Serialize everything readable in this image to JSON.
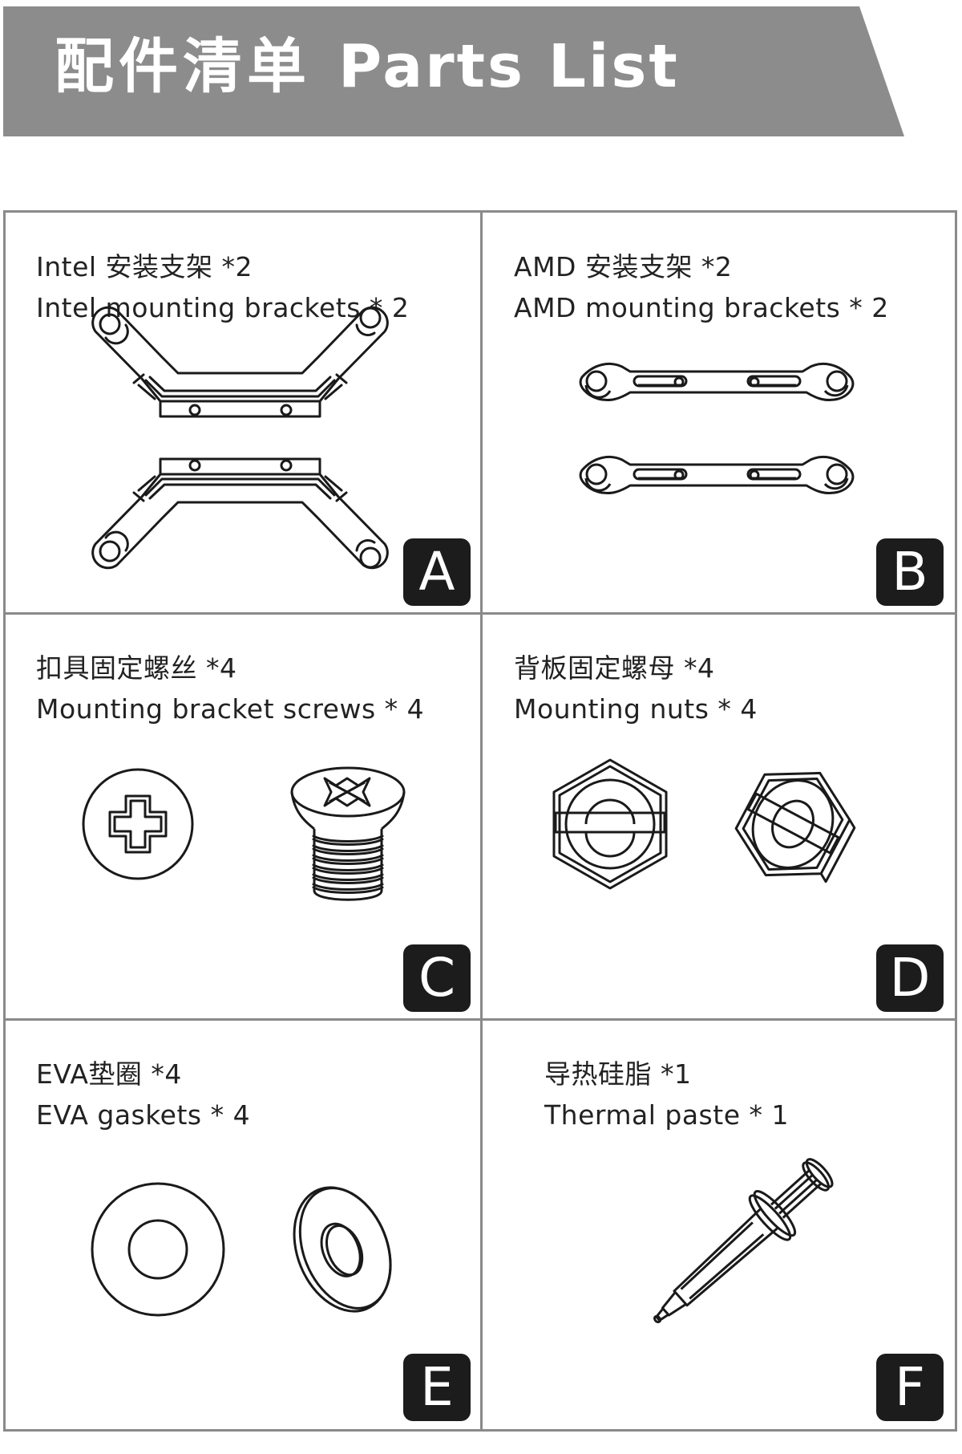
{
  "header": {
    "title_cn": "配件清单",
    "title_en": "Parts List",
    "bg_color": "#8c8c8c"
  },
  "parts": [
    {
      "letter": "A",
      "name_cn": "Intel 安装支架 *2",
      "name_en": "Intel mounting brackets * 2",
      "icon": "intel-bracket-icon"
    },
    {
      "letter": "B",
      "name_cn": "AMD 安装支架 *2",
      "name_en": "AMD mounting brackets * 2",
      "icon": "amd-bracket-icon"
    },
    {
      "letter": "C",
      "name_cn": "扣具固定螺丝 *4",
      "name_en": "Mounting bracket screws * 4",
      "icon": "screw-icon"
    },
    {
      "letter": "D",
      "name_cn": "背板固定螺母 *4",
      "name_en": "Mounting nuts * 4",
      "icon": "hex-nut-icon"
    },
    {
      "letter": "E",
      "name_cn": "EVA垫圈 *4",
      "name_en": "EVA gaskets * 4",
      "icon": "gasket-icon"
    },
    {
      "letter": "F",
      "name_cn": "导热硅脂 *1",
      "name_en": "Thermal paste * 1",
      "icon": "syringe-icon"
    }
  ],
  "colors": {
    "grid_line": "#8a8a8a",
    "badge_bg": "#1c1c1c",
    "text": "#222222"
  }
}
